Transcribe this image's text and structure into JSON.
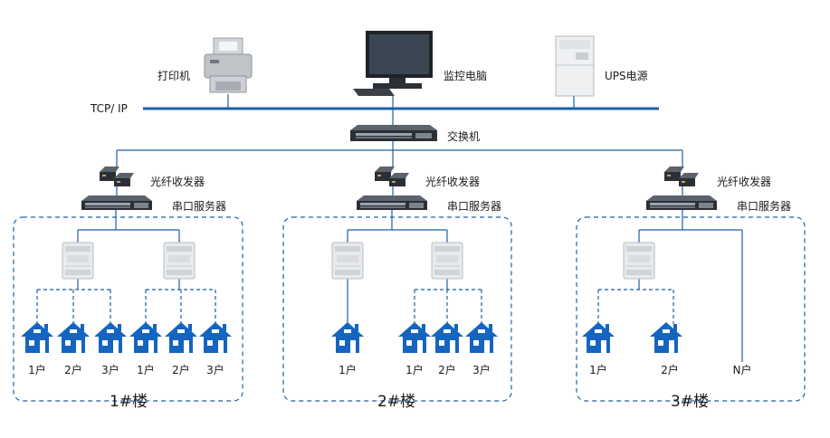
{
  "labels": {
    "printer": "打印机",
    "monitor_pc": "监控电脑",
    "ups": "UPS电源",
    "tcp_ip": "TCP/ IP",
    "switch": "交换机",
    "fiber_transceiver": "光纤收发器",
    "serial_server": "串口服务器"
  },
  "buildings": [
    {
      "name": "1#楼",
      "households": [
        "1户",
        "2户",
        "3户",
        "1户",
        "2户",
        "3户"
      ]
    },
    {
      "name": "2#楼",
      "households": [
        "1户",
        "1户",
        "2户",
        "3户"
      ]
    },
    {
      "name": "3#楼",
      "households": [
        "1户",
        "2户",
        "N户"
      ]
    }
  ],
  "colors": {
    "line": "#1f5fa8",
    "house": "#1565c0",
    "device_dark": "#2b2f36",
    "module": "#e6e8ea"
  }
}
